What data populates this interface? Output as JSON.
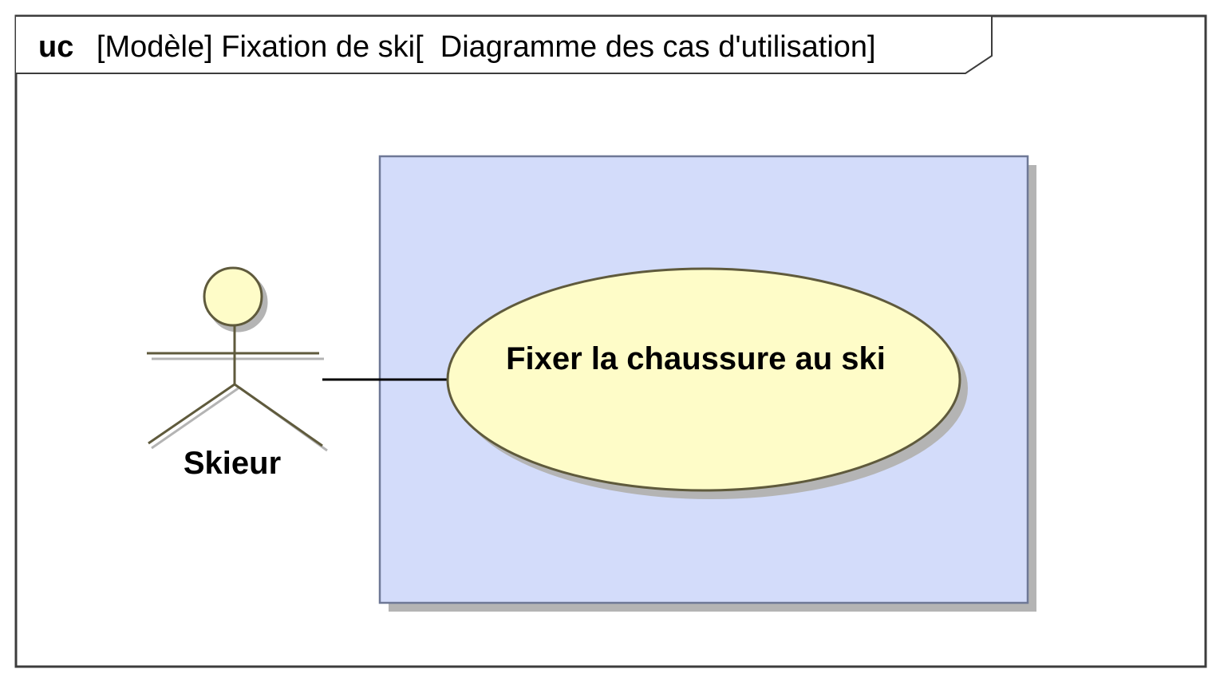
{
  "diagram": {
    "kind": "uc",
    "header": "[Modèle] Fixation de ski[  Diagramme des cas d'utilisation]",
    "actor": {
      "name": "Skieur",
      "head_color": "#fefcc8",
      "line_color": "#5f5a3c"
    },
    "subject": {
      "fill": "#d3dcfa",
      "border": "#6e7896"
    },
    "use_case": {
      "label": "Fixer la chaussure au ski",
      "fill": "#fefcc8",
      "border": "#5f5a3c"
    },
    "association": {
      "from": "Skieur",
      "to": "Fixer la chaussure au ski"
    }
  }
}
